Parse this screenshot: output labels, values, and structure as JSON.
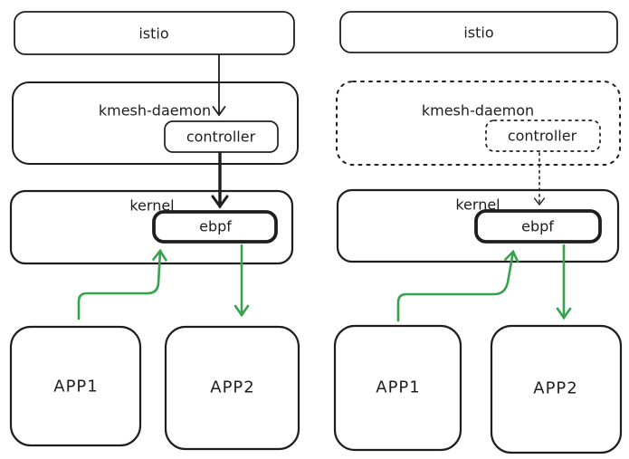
{
  "diagram": {
    "type": "architecture-diagram",
    "colors": {
      "ink": "#1e1e1e",
      "green": "#36a24e",
      "background": "#ffffff"
    },
    "panels": [
      {
        "style": "solid",
        "labels": {
          "istio": "istio",
          "kmesh_daemon": "kmesh-daemon",
          "controller": "controller",
          "kernel": "kernel",
          "ebpf": "ebpf",
          "app1": "APP1",
          "app2": "APP2"
        },
        "arrows": [
          {
            "from": "istio",
            "to": "kmesh-daemon/controller",
            "color": "black",
            "style": "solid-thin"
          },
          {
            "from": "controller",
            "to": "ebpf",
            "color": "black",
            "style": "solid-thick"
          },
          {
            "from": "APP1",
            "to": "ebpf",
            "color": "green",
            "style": "solid"
          },
          {
            "from": "ebpf",
            "to": "APP2",
            "color": "green",
            "style": "solid"
          }
        ]
      },
      {
        "style": "dotted",
        "labels": {
          "istio": "istio",
          "kmesh_daemon": "kmesh-daemon",
          "controller": "controller",
          "kernel": "kernel",
          "ebpf": "ebpf",
          "app1": "APP1",
          "app2": "APP2"
        },
        "arrows": [
          {
            "from": "controller",
            "to": "ebpf",
            "color": "black",
            "style": "dotted"
          },
          {
            "from": "APP1",
            "to": "ebpf",
            "color": "green",
            "style": "solid"
          },
          {
            "from": "ebpf",
            "to": "APP2",
            "color": "green",
            "style": "solid"
          }
        ]
      }
    ]
  }
}
